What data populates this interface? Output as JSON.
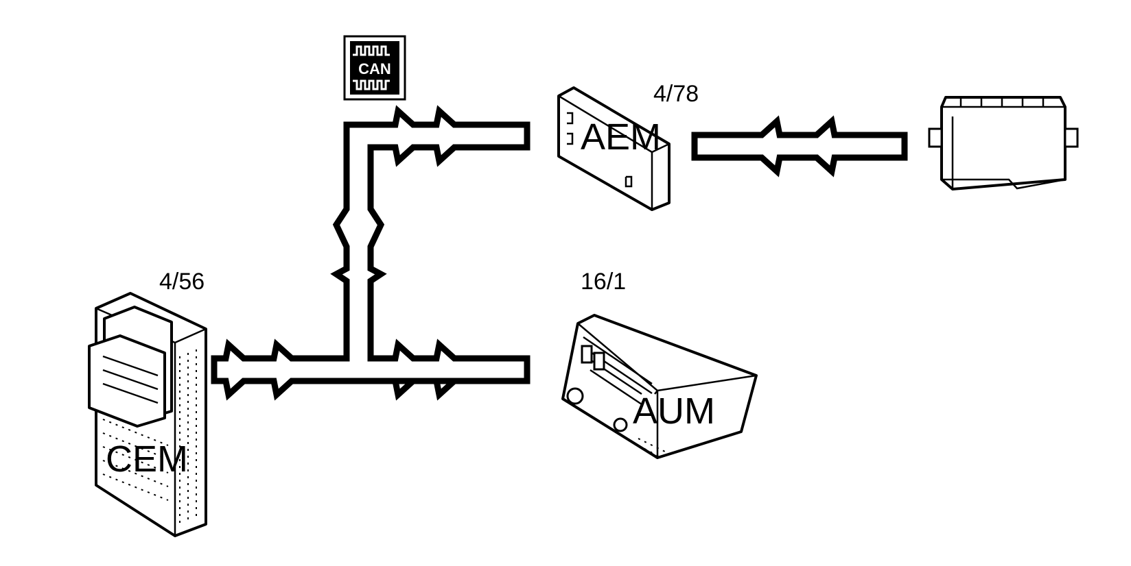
{
  "bus_logo": {
    "label": "CAN",
    "icon": "can-bus-icon"
  },
  "modules": [
    {
      "id": "cem",
      "ref": "4/56",
      "label": "CEM",
      "icon": "control-module-icon"
    },
    {
      "id": "aem",
      "ref": "4/78",
      "label": "AEM",
      "icon": "module-icon"
    },
    {
      "id": "aum",
      "ref": "16/1",
      "label": "AUM",
      "icon": "audio-unit-icon"
    },
    {
      "id": "display",
      "ref": "",
      "label": "",
      "icon": "display-unit-icon"
    }
  ],
  "colors": {
    "line": "#000000",
    "background": "#ffffff"
  }
}
